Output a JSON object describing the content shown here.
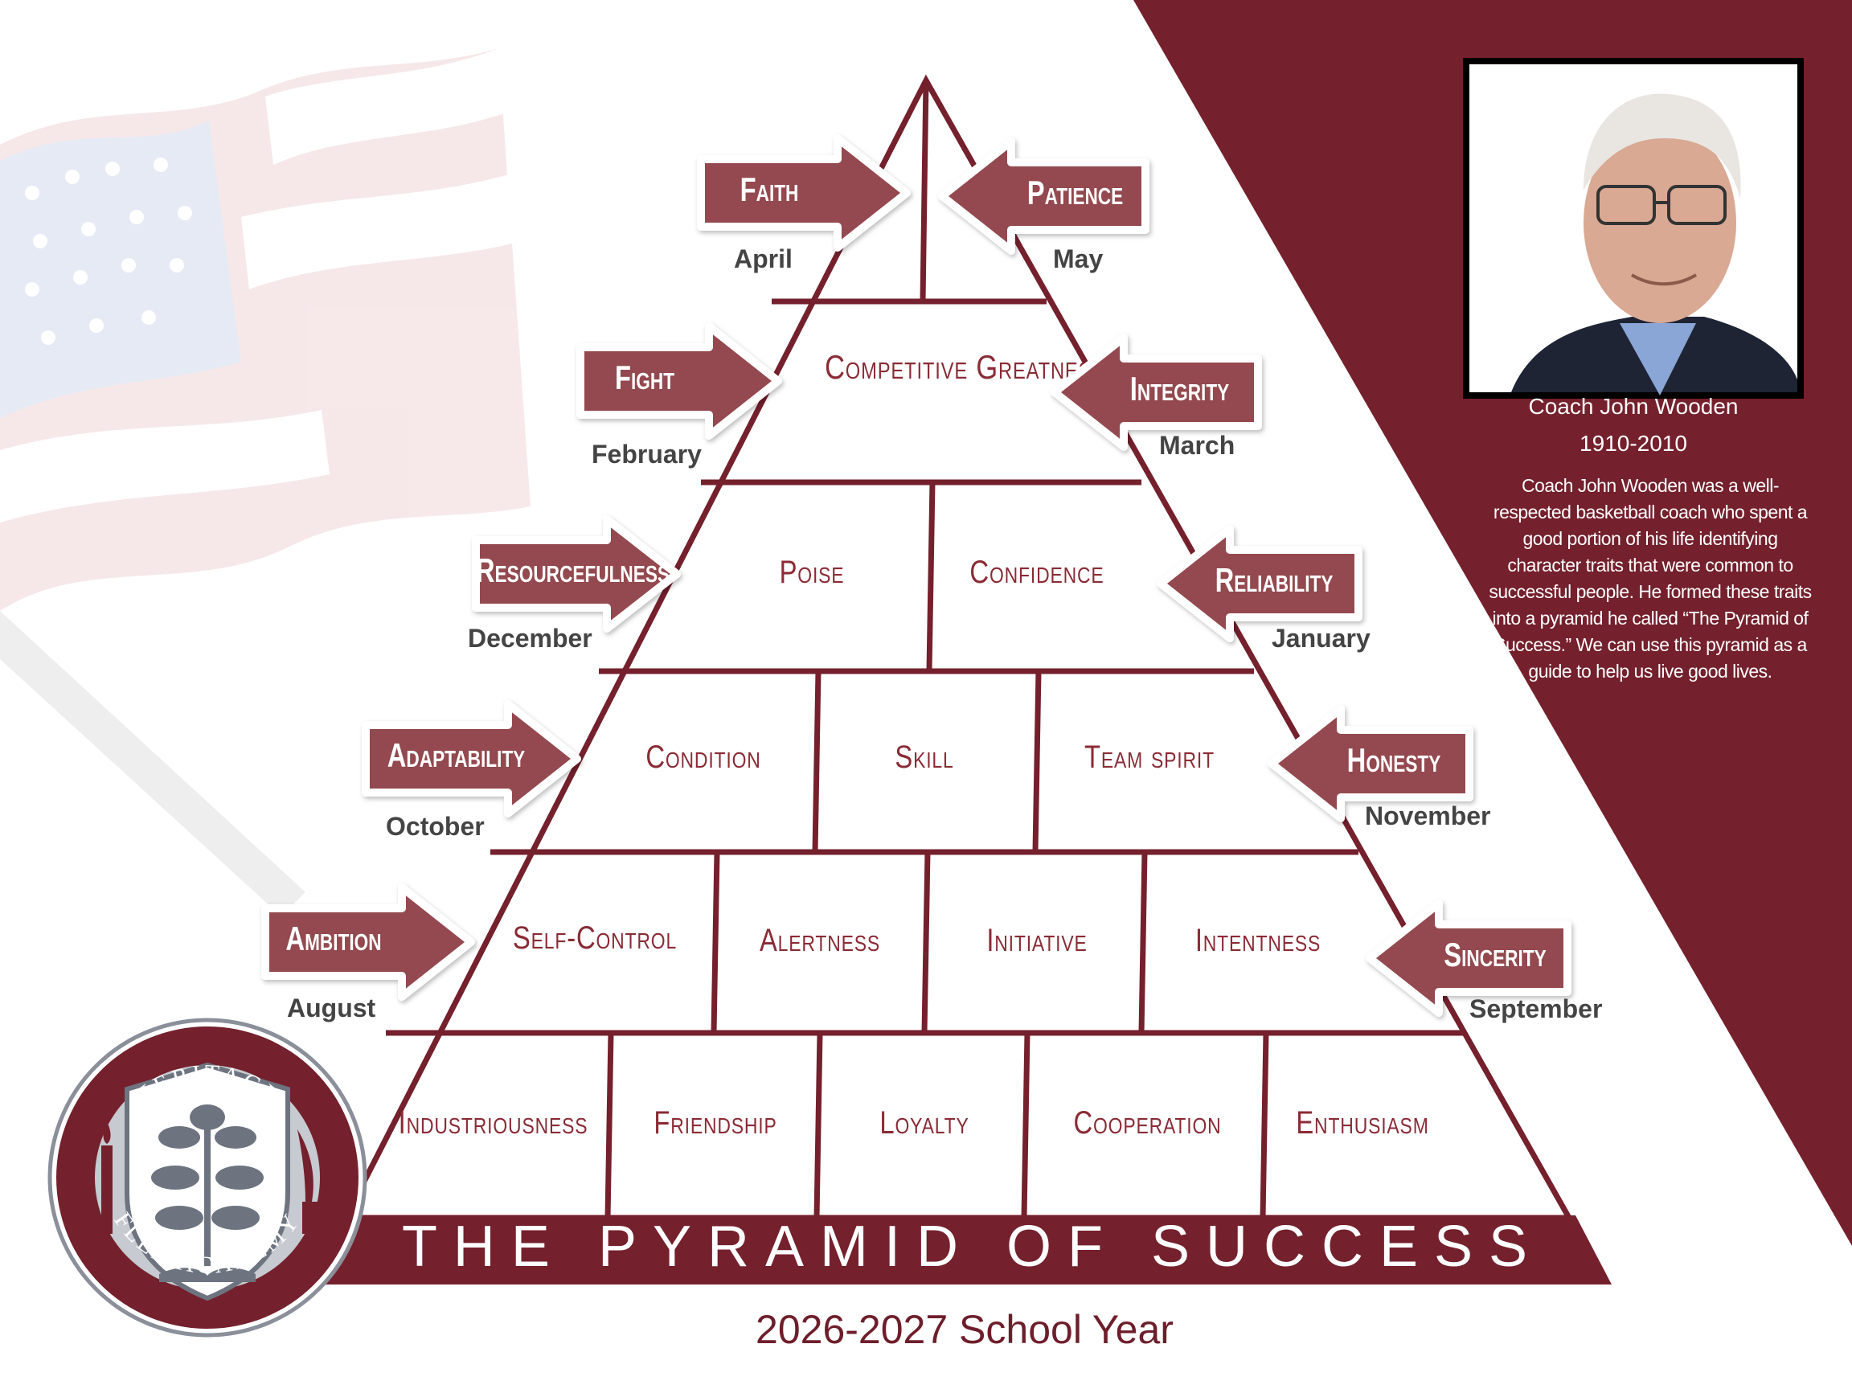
{
  "colors": {
    "maroon": "#74202d",
    "arrow": "#934850",
    "text": "#8a2b35"
  },
  "title": "THE PYRAMID OF SUCCESS",
  "school_year": "2026-2027 School Year",
  "coach": {
    "name": "Coach John Wooden",
    "years": "1910-2010",
    "bio": "Coach John Wooden was a well-respected basketball coach who spent a good portion of his life identifying character traits that were common to successful people. He formed these traits into a pyramid he called “The Pyramid of Success.” We can use this pyramid as a guide to help us live good lives."
  },
  "pyramid": {
    "top": "Competitive Greatness",
    "row2": [
      "Poise",
      "Confidence"
    ],
    "row3": [
      "Condition",
      "Skill",
      "Team spirit"
    ],
    "row4": [
      "Self-Control",
      "Alertness",
      "Initiative",
      "Intentness"
    ],
    "row5": [
      "Industriousness",
      "Friendship",
      "Loyalty",
      "Cooperation",
      "Enthusiasm"
    ]
  },
  "traits": {
    "faith": {
      "label": "Faith",
      "month": "April"
    },
    "patience": {
      "label": "Patience",
      "month": "May"
    },
    "fight": {
      "label": "Fight",
      "month": "February"
    },
    "integrity": {
      "label": "Integrity",
      "month": "March"
    },
    "resourcefulness": {
      "label": "Resourcefulness",
      "month": "December"
    },
    "reliability": {
      "label": "Reliability",
      "month": "January"
    },
    "adaptability": {
      "label": "Adaptability",
      "month": "October"
    },
    "honesty": {
      "label": "Honesty",
      "month": "November"
    },
    "ambition": {
      "label": "Ambition",
      "month": "August"
    },
    "sincerity": {
      "label": "Sincerity",
      "month": "September"
    }
  },
  "logo": {
    "top_text": "HERITAGE",
    "bottom_text": "FLEX ACADEMY"
  }
}
